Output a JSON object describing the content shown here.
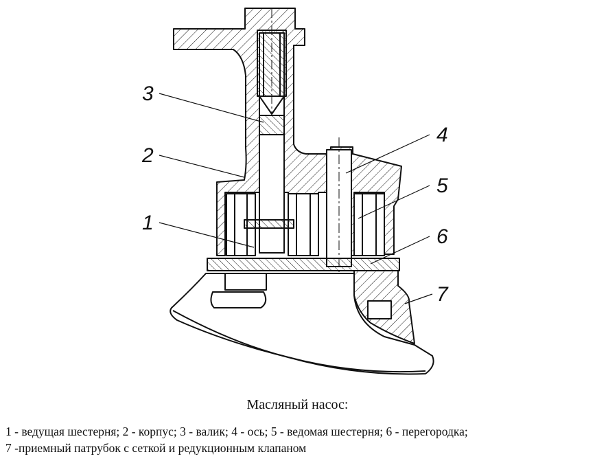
{
  "title": "Масляный насос:",
  "callouts": [
    "3",
    "2",
    "1",
    "4",
    "5",
    "6",
    "7"
  ],
  "legend": {
    "line1": "1 - ведущая шестерня; 2 - корпус; 3 - валик; 4 - ось; 5 - ведомая шестерня; 6 - перегородка;",
    "line2": "7 -приемный патрубок с сеткой и редукционным клапаном"
  },
  "colors": {
    "ink": "#111111",
    "background": "#ffffff"
  }
}
